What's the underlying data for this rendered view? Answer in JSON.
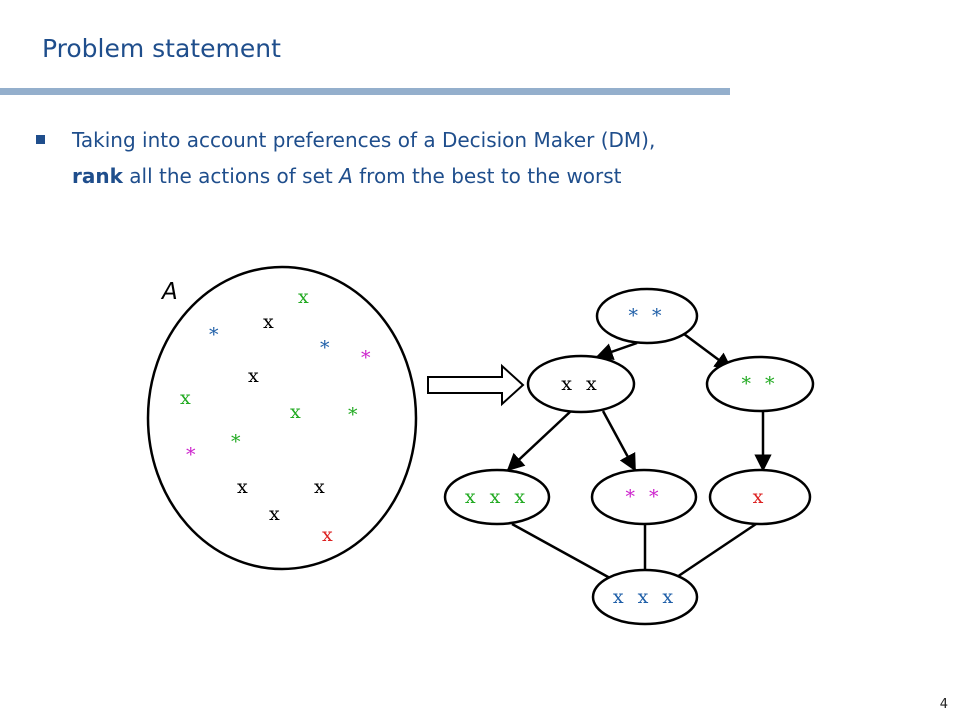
{
  "slide": {
    "title": "Problem statement",
    "bullet": {
      "line1": "Taking into account preferences of a Decision Maker (DM),",
      "line2_bold": "rank",
      "line2_mid": " all the actions of set ",
      "line2_italic": "A",
      "line2_end": " from the best to the worst"
    },
    "page_number": "4"
  },
  "colors": {
    "title": "#1f4e8c",
    "title_bar": "#94afcc",
    "black": "#000000",
    "green": "#22aa22",
    "magenta": "#cc22cc",
    "blue": "#1f5fa8",
    "red": "#dd2222"
  },
  "set_diagram": {
    "label": "A",
    "symbols": [
      {
        "text": "x",
        "color": "green"
      },
      {
        "text": "x",
        "color": "black"
      },
      {
        "text": "*",
        "color": "blue"
      },
      {
        "text": "*",
        "color": "blue"
      },
      {
        "text": "*",
        "color": "magenta"
      },
      {
        "text": "x",
        "color": "black"
      },
      {
        "text": "x",
        "color": "green"
      },
      {
        "text": "x",
        "color": "green"
      },
      {
        "text": "*",
        "color": "green"
      },
      {
        "text": "*",
        "color": "green"
      },
      {
        "text": "*",
        "color": "magenta"
      },
      {
        "text": "x",
        "color": "black"
      },
      {
        "text": "x",
        "color": "black"
      },
      {
        "text": "x",
        "color": "black"
      },
      {
        "text": "x",
        "color": "red"
      }
    ]
  },
  "ranking_graph": {
    "nodes": [
      {
        "id": "n1",
        "text": "* *",
        "color": "blue"
      },
      {
        "id": "n2",
        "text": "x x",
        "color": "black"
      },
      {
        "id": "n3",
        "text": "* *",
        "color": "green"
      },
      {
        "id": "n4",
        "text": "x x x",
        "color": "green"
      },
      {
        "id": "n5",
        "text": "* *",
        "color": "magenta"
      },
      {
        "id": "n6",
        "text": "x",
        "color": "red"
      },
      {
        "id": "n7",
        "text": "x x x",
        "color": "blue"
      }
    ],
    "edges": [
      [
        "n1",
        "n2"
      ],
      [
        "n1",
        "n3"
      ],
      [
        "n2",
        "n4"
      ],
      [
        "n2",
        "n5"
      ],
      [
        "n3",
        "n6"
      ],
      [
        "n4",
        "n7"
      ],
      [
        "n5",
        "n7"
      ],
      [
        "n6",
        "n7"
      ]
    ]
  }
}
